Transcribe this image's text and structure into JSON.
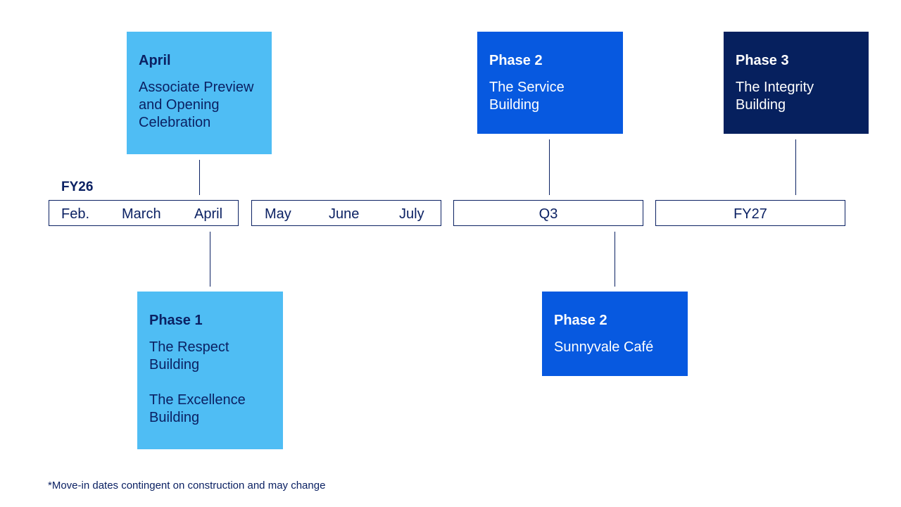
{
  "fiscal_label": "FY26",
  "timeline": {
    "q1_months": [
      "Feb.",
      "March",
      "April"
    ],
    "q2_months": [
      "May",
      "June",
      "July"
    ],
    "q3_label": "Q3",
    "fy27_label": "FY27"
  },
  "cards": {
    "april": {
      "title": "April",
      "lines": [
        "Associate Preview",
        "and Opening",
        "Celebration"
      ]
    },
    "phase1": {
      "title": "Phase 1",
      "lines": [
        "The Respect",
        "Building"
      ],
      "lines2": [
        "The Excellence",
        "Building"
      ]
    },
    "phase2_service": {
      "title": "Phase 2",
      "lines": [
        "The Service",
        "Building"
      ]
    },
    "phase2_cafe": {
      "title": "Phase 2",
      "lines": [
        "Sunnyvale Café"
      ]
    },
    "phase3": {
      "title": "Phase 3",
      "lines": [
        "The Integrity",
        "Building"
      ]
    }
  },
  "footnote": "*Move-in dates contingent on construction and may change",
  "colors": {
    "light": "#4fbdf4",
    "mid": "#0759e0",
    "dark": "#06205e",
    "text": "#0b2163"
  }
}
